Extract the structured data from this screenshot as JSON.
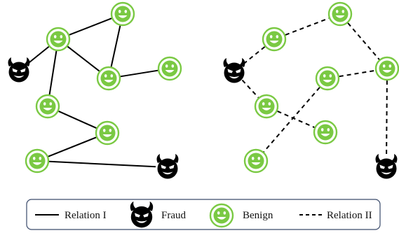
{
  "colors": {
    "benign_face": "#7ac943",
    "benign_fill": "#ffffff",
    "fraud_fill": "#000000",
    "edge": "#000000",
    "legend_border": "#3a4a6a"
  },
  "icons": {
    "benign": "smiley-face-icon",
    "fraud": "devil-face-icon"
  },
  "graph_left": {
    "edge_style": "solid",
    "node_types": [
      "fraud",
      "benign",
      "benign",
      "benign",
      "benign",
      "benign",
      "benign",
      "benign",
      "fraud"
    ],
    "edges": [
      [
        0,
        1
      ],
      [
        1,
        2
      ],
      [
        1,
        3
      ],
      [
        1,
        5
      ],
      [
        3,
        2
      ],
      [
        3,
        4
      ],
      [
        5,
        6
      ],
      [
        6,
        7
      ],
      [
        7,
        8
      ]
    ]
  },
  "graph_right": {
    "edge_style": "dashed",
    "node_types": [
      "fraud",
      "benign",
      "benign",
      "benign",
      "benign",
      "benign",
      "benign",
      "benign",
      "fraud"
    ],
    "edges": [
      [
        0,
        1
      ],
      [
        1,
        2
      ],
      [
        2,
        3
      ],
      [
        0,
        5
      ],
      [
        5,
        6
      ],
      [
        4,
        7
      ],
      [
        4,
        3
      ],
      [
        3,
        8
      ]
    ]
  },
  "legend": {
    "relation1_label": "Relation I",
    "fraud_label": "Fraud",
    "benign_label": "Benign",
    "relation2_label": "Relation II"
  }
}
